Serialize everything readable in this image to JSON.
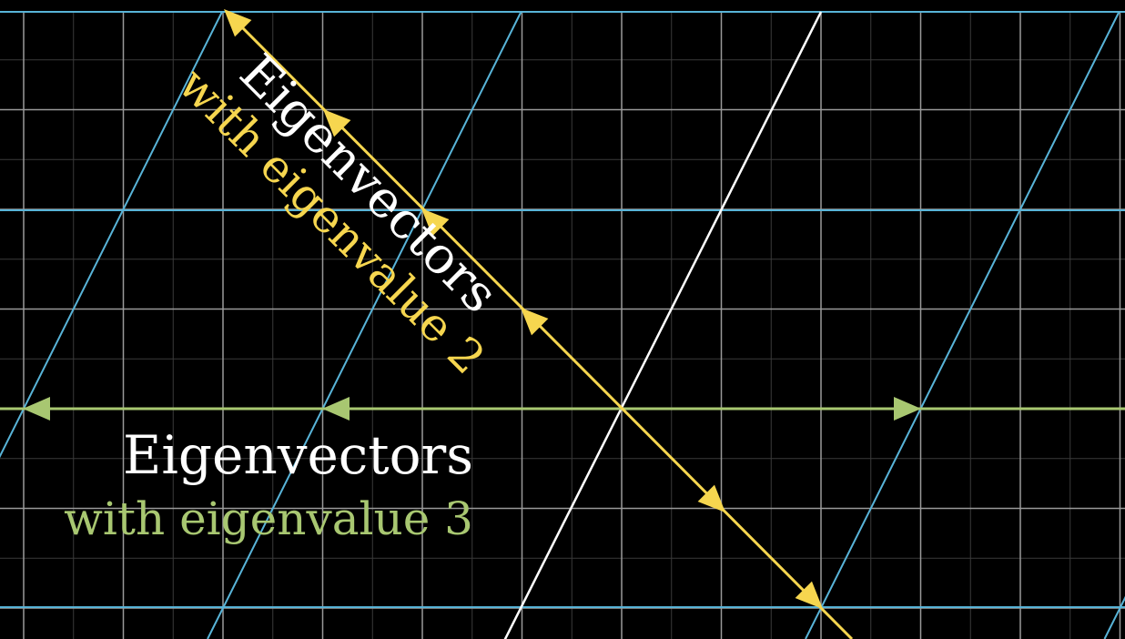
{
  "labels": {
    "eigen2_title": "Eigenvectors",
    "eigen2_subtitle": "with eigenvalue 2",
    "eigen3_title": "Eigenvectors",
    "eigen3_subtitle": "with eigenvalue 3"
  },
  "colors": {
    "background": "#000000",
    "fine_grid": "#3a3a3a",
    "grid": "#9a9a9a",
    "transformed_grid": "#58b4d8",
    "basis_line": "#ffffff",
    "eigenvalue_2": "#f6d64f",
    "eigenvalue_3": "#a8c771",
    "title_text": "#ffffff"
  }
}
